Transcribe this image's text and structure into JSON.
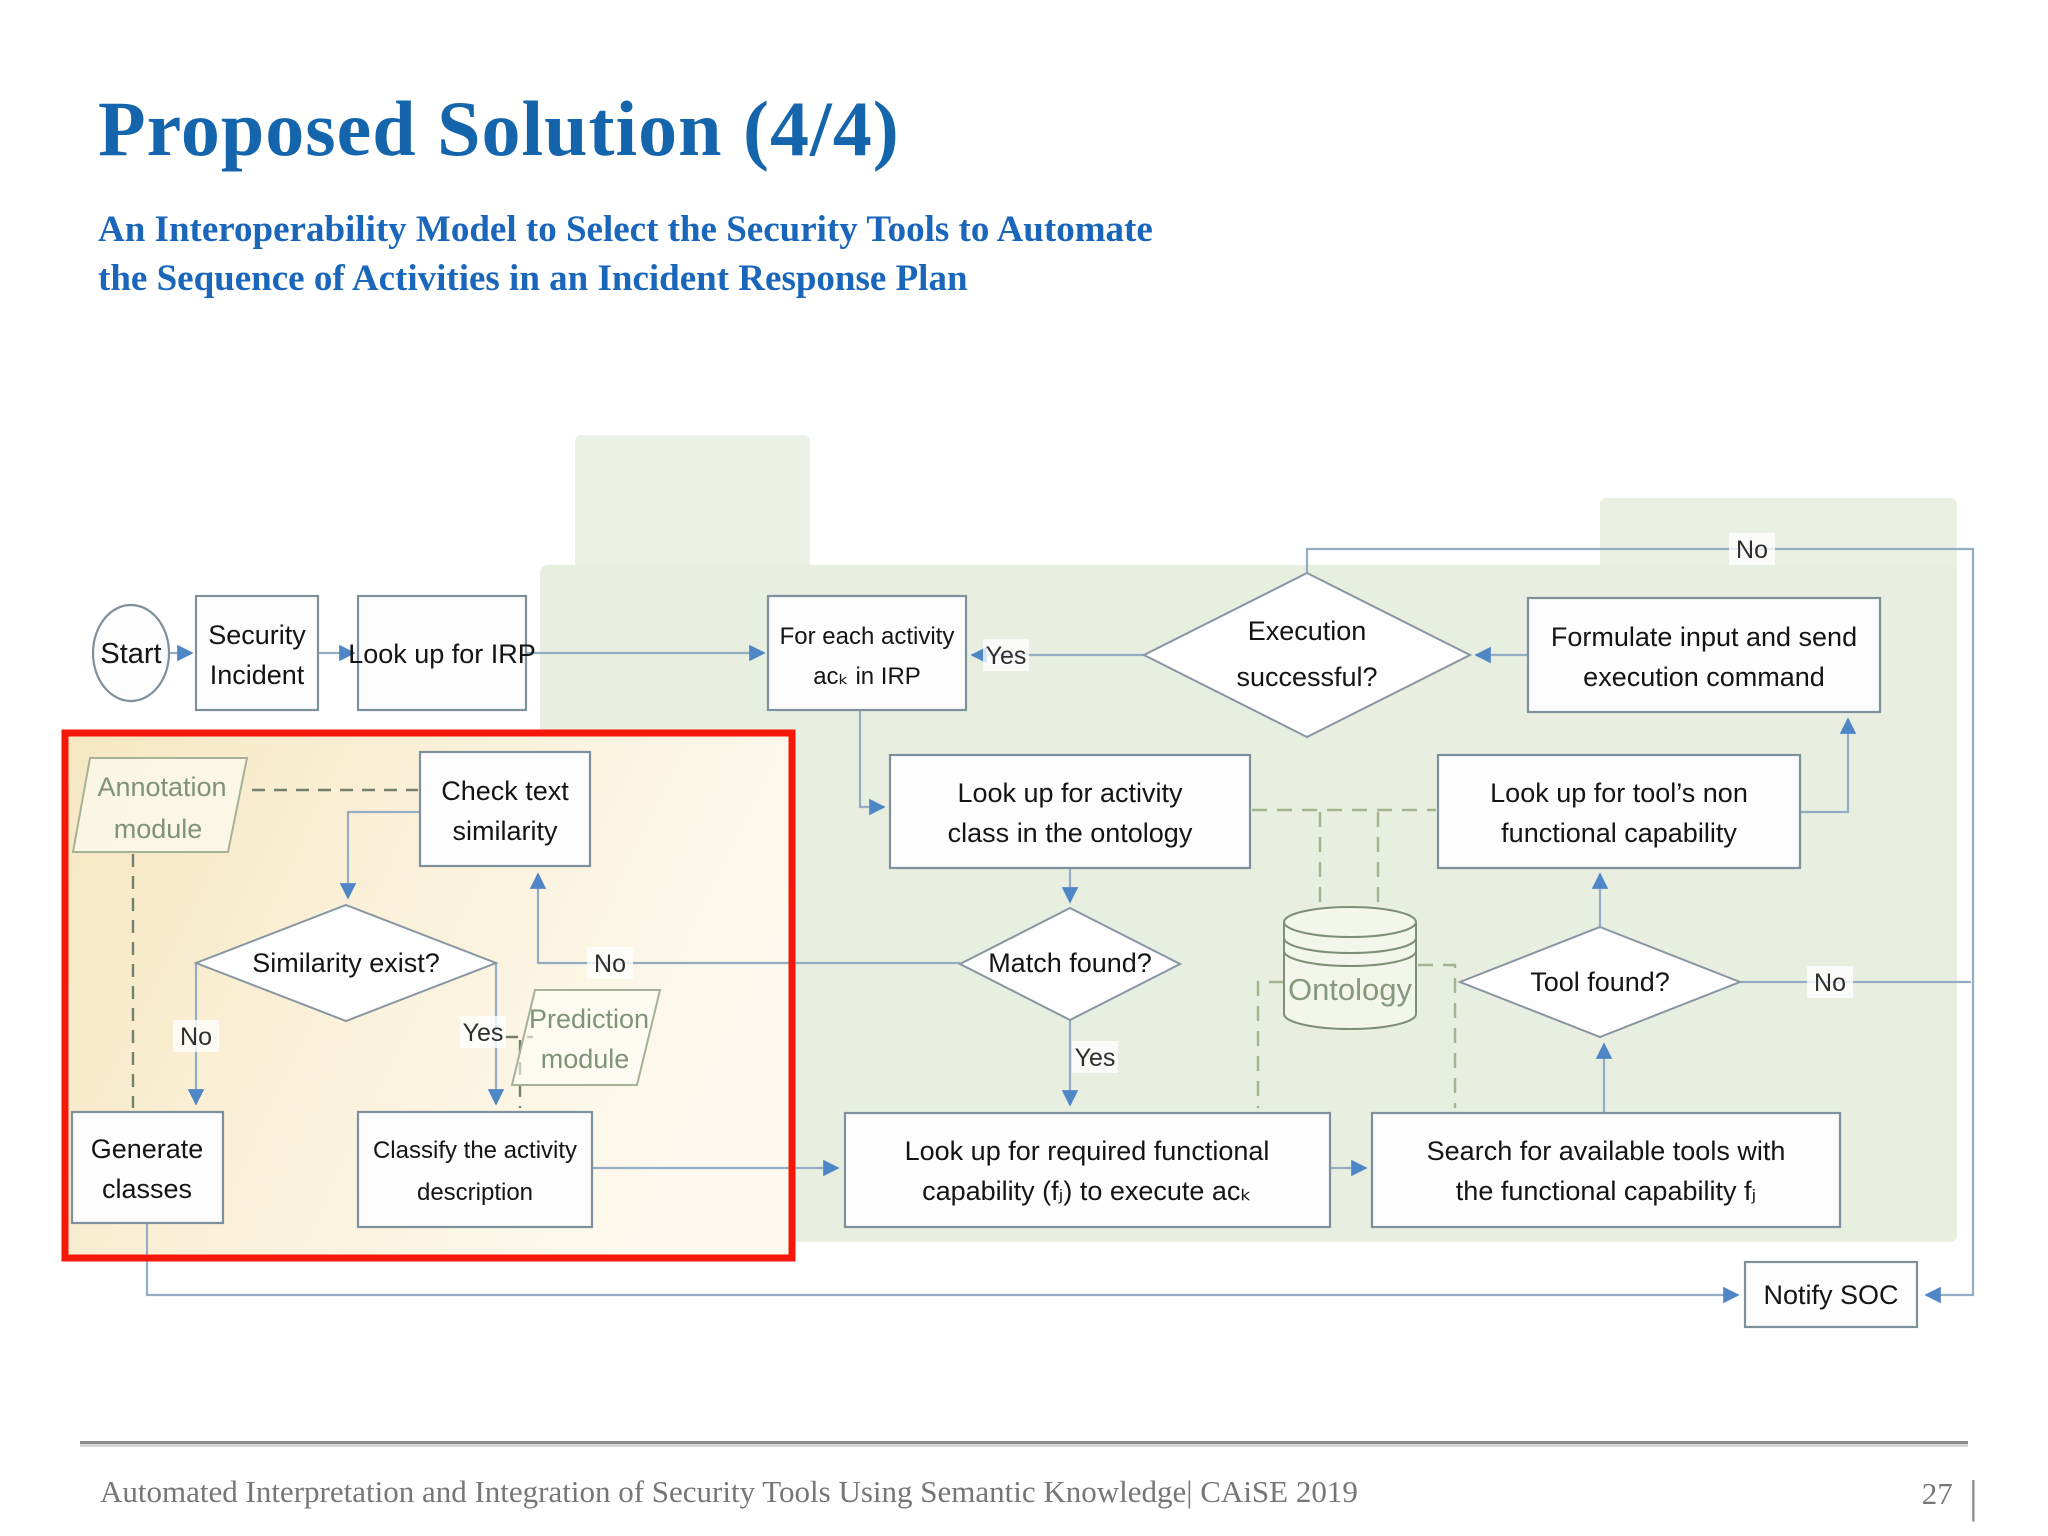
{
  "slide": {
    "title": "Proposed Solution (4/4)",
    "subtitle_line1": "An Interoperability Model to Select the Security Tools to Automate",
    "subtitle_line2": "the Sequence of Activities in an Incident Response Plan"
  },
  "flowchart": {
    "nodes": {
      "start": {
        "label": "Start"
      },
      "security_incident": {
        "l1": "Security",
        "l2": "Incident"
      },
      "lookup_irp": {
        "l1": "Look up for IRP"
      },
      "for_each_activity": {
        "l1": "For each activity",
        "l2": "acₖ in IRP"
      },
      "execution_successful": {
        "l1": "Execution",
        "l2": "successful?"
      },
      "formulate": {
        "l1": "Formulate input and send",
        "l2": "execution command"
      },
      "annotation_module": {
        "l1": "Annotation",
        "l2": "module"
      },
      "check_text_similarity": {
        "l1": "Check text",
        "l2": "similarity"
      },
      "similarity_exist": {
        "l1": "Similarity exist?"
      },
      "prediction_module": {
        "l1": "Prediction",
        "l2": "module"
      },
      "generate_classes": {
        "l1": "Generate",
        "l2": "classes"
      },
      "classify_activity": {
        "l1": "Classify the activity",
        "l2": "description"
      },
      "lookup_activity_class": {
        "l1": "Look up for activity",
        "l2": "class in the ontology"
      },
      "match_found": {
        "l1": "Match found?"
      },
      "ontology": {
        "label": "Ontology"
      },
      "lookup_tool_nonfunc": {
        "l1": "Look up for tool’s non",
        "l2": "functional capability"
      },
      "tool_found": {
        "l1": "Tool found?"
      },
      "lookup_required_func": {
        "l1": "Look up for required functional",
        "l2": "capability (fⱼ) to execute acₖ"
      },
      "search_tools": {
        "l1": "Search for available tools with",
        "l2": "the functional capability fⱼ"
      },
      "notify_soc": {
        "l1": "Notify SOC"
      }
    },
    "edge_labels": {
      "yes_execution": "Yes",
      "no_top": "No",
      "no_match": "No",
      "yes_match": "Yes",
      "no_similarity": "No",
      "yes_similarity": "Yes",
      "no_tool": "No"
    },
    "colors": {
      "title_blue": "#1565ad",
      "subtitle_blue": "#1a66ba",
      "box_border": "#7e909c",
      "connector": "#93aec4",
      "arrowhead": "#4f86c6",
      "module_green_text": "#7f9379",
      "ontology_green": "#7d8f77",
      "dashed_gray": "#73806c",
      "dashed_green": "#a3b58c",
      "highlight_red": "#f5170a",
      "panel_green": "#e8eee0",
      "panel_cream": "#f7e7c2"
    }
  },
  "footer": {
    "text": "Automated Interpretation and Integration of Security Tools Using Semantic Knowledge| CAiSE 2019",
    "page": "27",
    "divider": "|"
  }
}
